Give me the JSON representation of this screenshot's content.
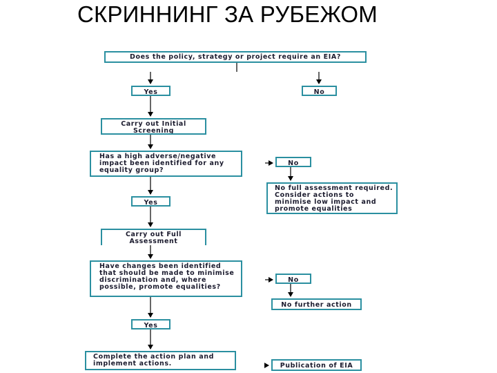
{
  "title": "СКРИННИНГ ЗА РУБЕЖОМ",
  "flowchart": {
    "nodes": {
      "q1": "Does the policy, strategy or project require an EIA?",
      "yes1": "Yes",
      "no1": "No",
      "initial": "Carry out Initial Screening",
      "q2": "Has a high adverse/negative impact been identified for any equality group?",
      "no2": "No",
      "nofull": "No full assessment required. Consider actions to minimise low impact and promote equalities",
      "yes2": "Yes",
      "full": "Carry out Full Assessment",
      "q3": "Have changes been identified that should be made to minimise discrimination and, where possible, promote equalities?",
      "no3": "No",
      "nofurther": "No further action",
      "yes3": "Yes",
      "plan": "Complete the action plan and implement actions.",
      "publication": "Publication of EIA"
    }
  },
  "colors": {
    "box_border": "#2a8fa0",
    "box_text": "#1b1b2e",
    "connector": "#000000"
  }
}
